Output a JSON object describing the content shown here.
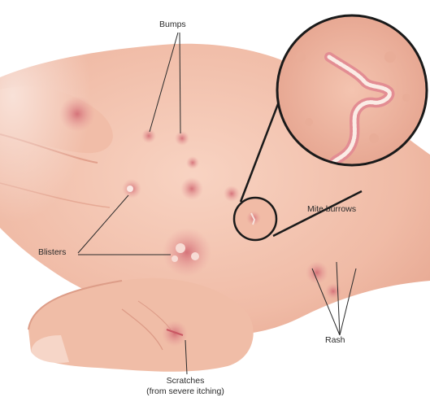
{
  "labels": {
    "bumps": "Bumps",
    "mite_burrows": "Mite burrows",
    "blisters": "Blisters",
    "rash": "Rash",
    "scratches_line1": "Scratches",
    "scratches_line2": "(from severe itching)"
  },
  "colors": {
    "skin": "#f3c7b4",
    "skin_shadow": "#e0a893",
    "lesion": "#d9707a",
    "leader_line": "#2a2a2a"
  }
}
